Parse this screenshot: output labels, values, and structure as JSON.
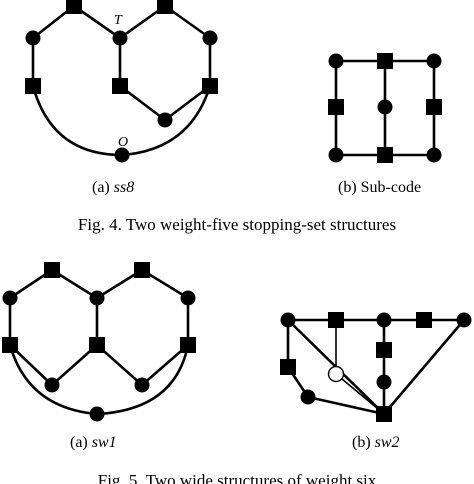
{
  "figure4": {
    "panel_a": {
      "label_prefix": "(a) ",
      "label_math": "ss8",
      "node_top": "T",
      "node_bottom": "O"
    },
    "panel_b": {
      "label_prefix": "(b) ",
      "label_text": "Sub-code"
    },
    "caption": "Fig. 4.  Two weight-five stopping-set structures"
  },
  "figure5": {
    "panel_a": {
      "label_prefix": "(a) ",
      "label_math": "sw1"
    },
    "panel_b": {
      "label_prefix": "(b) ",
      "label_math": "sw2"
    },
    "caption": "Fig. 5.  Two wide structures of weight six"
  }
}
